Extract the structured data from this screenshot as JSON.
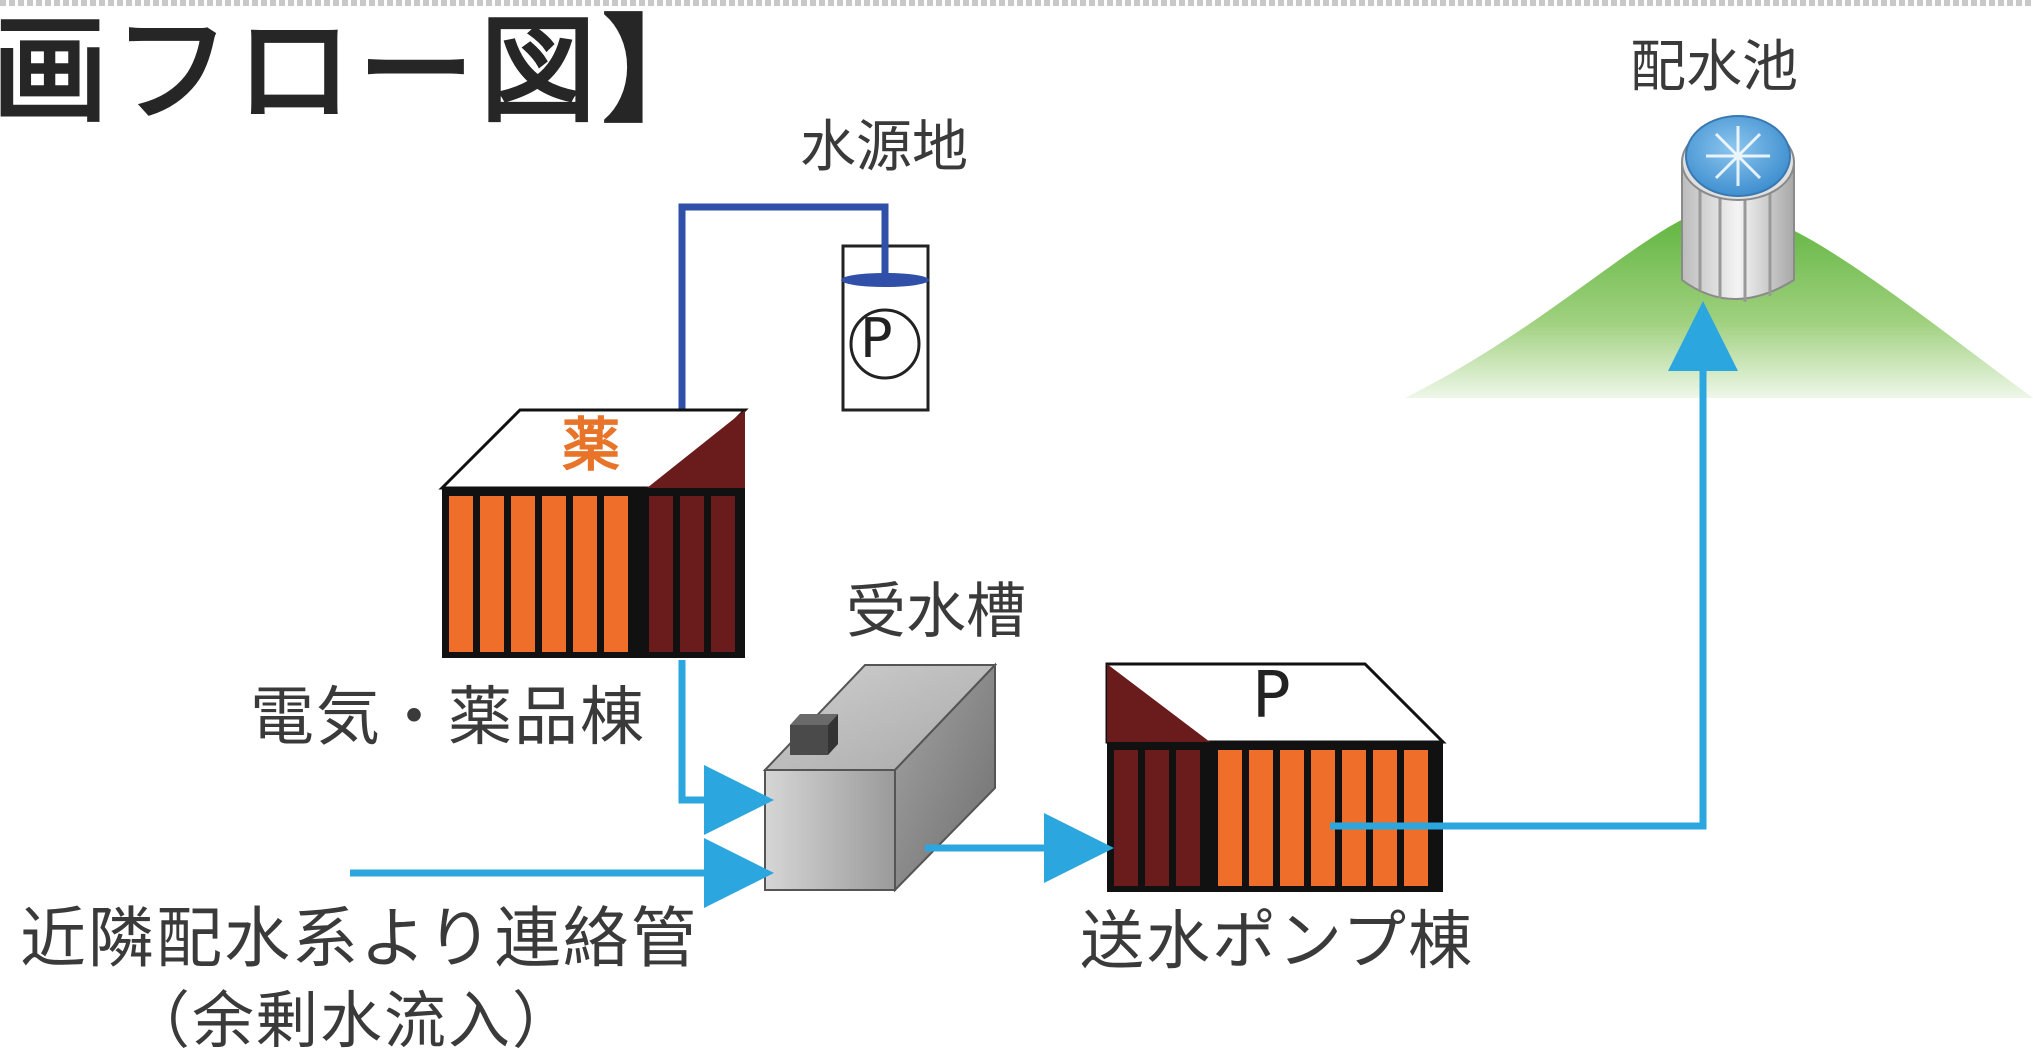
{
  "title": "画フロー図】",
  "labels": {
    "water_source": "水源地",
    "distribution_reservoir": "配水池",
    "receiving_tank": "受水槽",
    "electric_chemical_building": "電気・薬品棟",
    "pump_building": "送水ポンプ棟",
    "connection_pipe_line1": "近隣配水系より連絡管",
    "connection_pipe_line2": "（余剰水流入）"
  },
  "marks": {
    "chemical": "薬",
    "pump_building_p": "P",
    "source_pump_p": "P"
  },
  "colors": {
    "supply_pipe": "#2f4fa8",
    "treated_pipe": "#2ba6de",
    "building_orange": "#ee6e2a",
    "building_dark": "#6a1b1b",
    "hill_green": "#6cb846",
    "reservoir_top": "#5aa6dc",
    "tank_gray": "#b8b8b8",
    "text": "#3a3a3a"
  },
  "icons": {
    "water_source": "pump-well-icon",
    "building": "building-icon",
    "tank": "water-tank-icon",
    "reservoir": "reservoir-tank-icon",
    "hill": "hill-icon"
  }
}
